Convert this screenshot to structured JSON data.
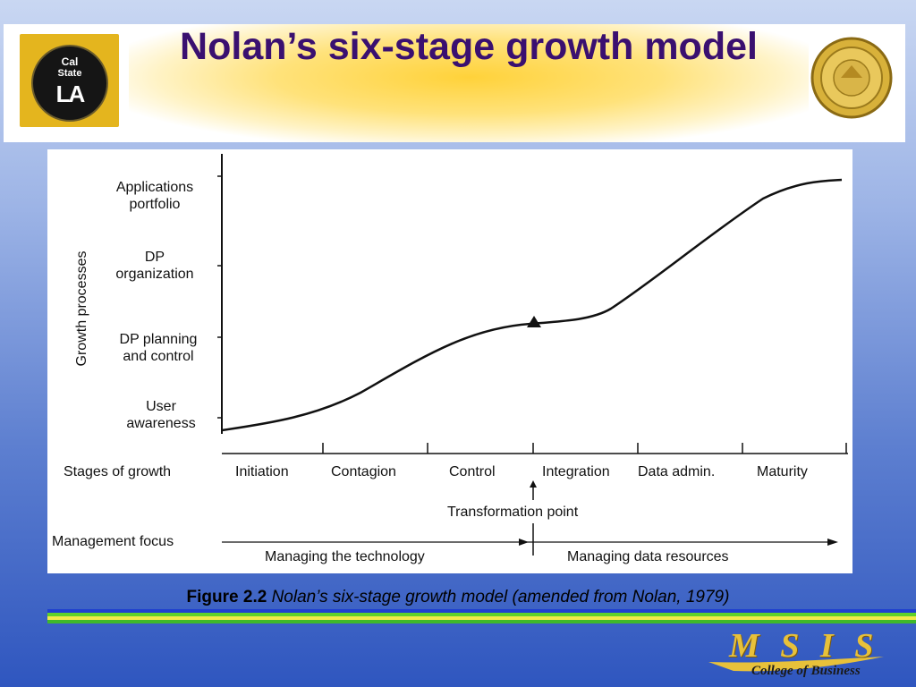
{
  "slide": {
    "title": "Nolan’s six-stage growth model",
    "caption_label": "Figure 2.2",
    "caption_text": "Nolan’s six-stage growth model (amended from Nolan, 1979)"
  },
  "logos": {
    "left_line1": "Cal",
    "left_line2": "State",
    "left_line3": "LA",
    "footer_brand": "M S I S",
    "footer_sub": "College of Business"
  },
  "diagram": {
    "y_axis_title": "Growth processes",
    "y_levels": [
      "Applications portfolio",
      "DP organization",
      "DP planning and control",
      "User awareness"
    ],
    "stages_label": "Stages of growth",
    "stages": [
      "Initiation",
      "Contagion",
      "Control",
      "Integration",
      "Data admin.",
      "Maturity"
    ],
    "transformation_label": "Transformation point",
    "management_label": "Management focus",
    "focus_left": "Managing the technology",
    "focus_right": "Managing data resources"
  },
  "colors": {
    "title": "#3a1070",
    "header_glow": "#ffd23a",
    "stripe_blue": "#1f3fd0",
    "stripe_green": "#5fd12a",
    "stripe_yellow": "#f2e84a"
  }
}
